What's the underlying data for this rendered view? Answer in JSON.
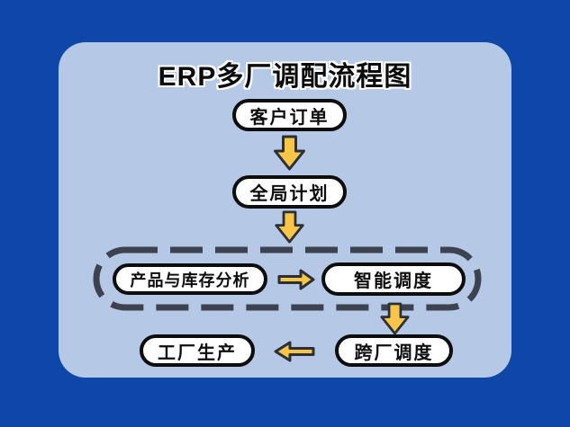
{
  "title": "ERP多厂调配流程图",
  "nodes": {
    "customer_order": {
      "label": "客户订单"
    },
    "global_plan": {
      "label": "全局计划"
    },
    "product_inventory_analysis": {
      "label": "产品与库存分析"
    },
    "intelligent_scheduling": {
      "label": "智能调度"
    },
    "cross_factory_scheduling": {
      "label": "跨厂调度"
    },
    "factory_production": {
      "label": "工厂生产"
    }
  },
  "edges": [
    {
      "from": "customer_order",
      "to": "global_plan",
      "direction": "down"
    },
    {
      "from": "global_plan",
      "to": "product_inventory_analysis",
      "direction": "down"
    },
    {
      "from": "product_inventory_analysis",
      "to": "intelligent_scheduling",
      "direction": "right"
    },
    {
      "from": "intelligent_scheduling",
      "to": "cross_factory_scheduling",
      "direction": "down"
    },
    {
      "from": "cross_factory_scheduling",
      "to": "factory_production",
      "direction": "left"
    }
  ],
  "group": {
    "style": "dashed-rounded-rect",
    "members": [
      "product_inventory_analysis",
      "intelligent_scheduling"
    ]
  },
  "colors": {
    "background": "#0F47A8",
    "panel": "#B5C8E6",
    "node_fill": "#FFFFFF",
    "node_border": "#0D0D0D",
    "arrow_fill": "#F9C546",
    "arrow_outline": "#2B2F38",
    "dashed_border": "#3C4250"
  }
}
